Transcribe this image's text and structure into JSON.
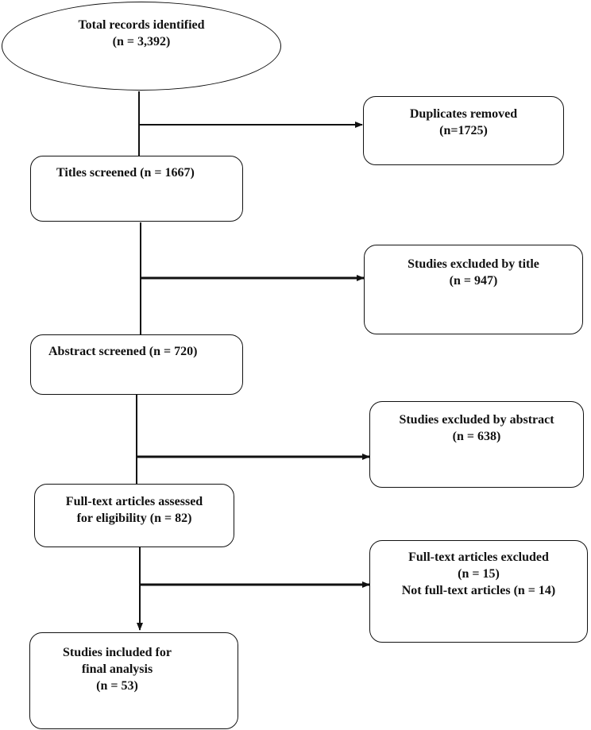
{
  "nodes": {
    "identified": {
      "lines": [
        "Total records identified",
        "(n = 3,392)"
      ]
    },
    "duplicates": {
      "lines": [
        "Duplicates removed",
        "(n=1725)"
      ]
    },
    "titles": {
      "lines": [
        "Titles screened (n = 1667)"
      ]
    },
    "excluded_title": {
      "lines": [
        "Studies excluded by title",
        "(n = 947)"
      ]
    },
    "abstract": {
      "lines": [
        "Abstract screened (n = 720)"
      ]
    },
    "excluded_abstract": {
      "lines": [
        "Studies excluded by abstract",
        "(n = 638)"
      ]
    },
    "fulltext": {
      "lines": [
        "Full-text articles assessed",
        "for eligibility (n = 82)"
      ]
    },
    "excluded_fulltext": {
      "lines": [
        "Full-text articles excluded",
        "(n = 15)",
        "Not full-text articles (n = 14)"
      ]
    },
    "included": {
      "lines": [
        "Studies included for",
        "final analysis",
        "(n = 53)"
      ]
    }
  },
  "colors": {
    "stroke": "#111111",
    "background": "#ffffff"
  }
}
